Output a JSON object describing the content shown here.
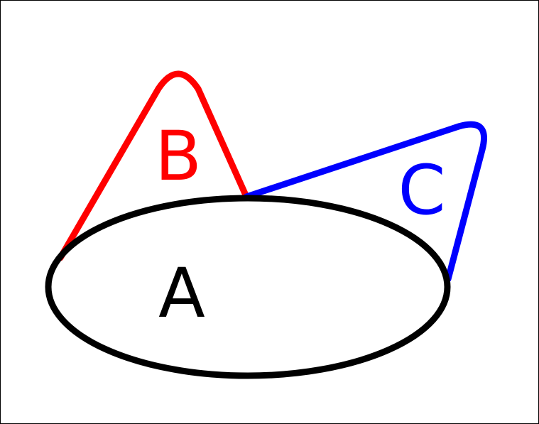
{
  "diagram": {
    "type": "venn-like set diagram",
    "sets": [
      {
        "id": "A",
        "label": "A",
        "color": "#000000",
        "shape": "ellipse"
      },
      {
        "id": "B",
        "label": "B",
        "color": "#ff0000",
        "shape": "rounded-triangle"
      },
      {
        "id": "C",
        "label": "C",
        "color": "#0000ff",
        "shape": "rounded-triangle"
      }
    ]
  }
}
